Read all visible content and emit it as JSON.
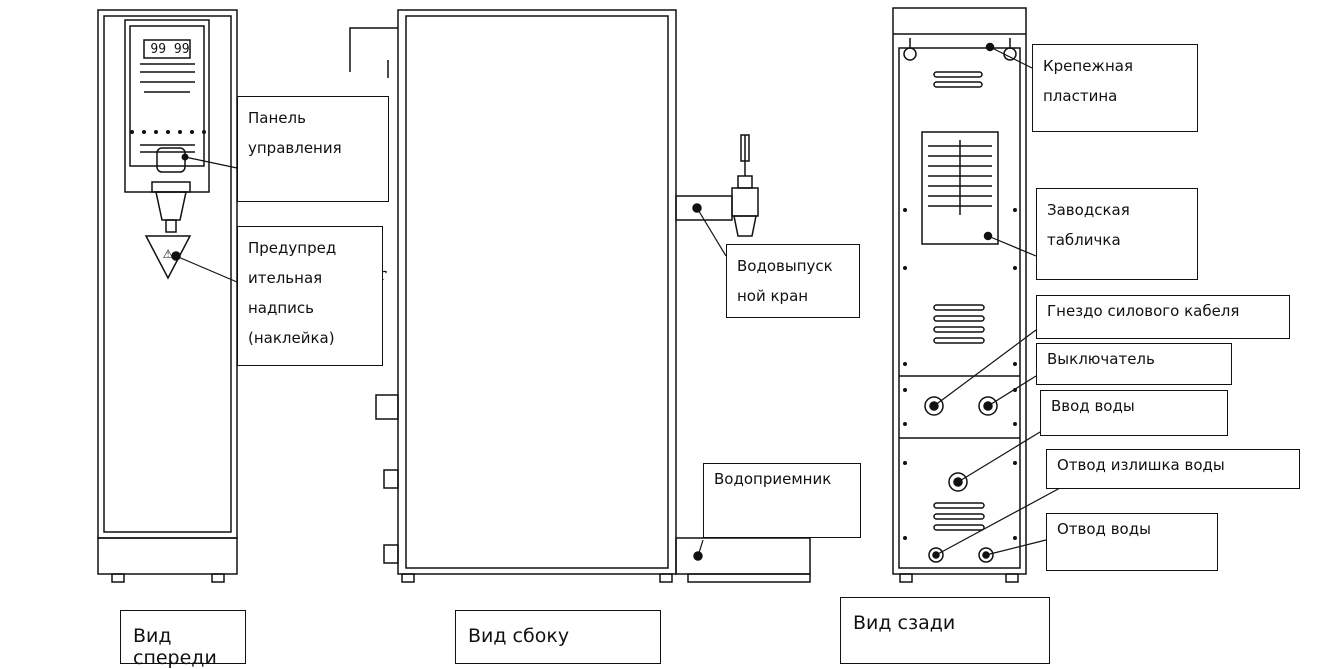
{
  "views": {
    "front": "Вид спереди",
    "side": "Вид сбоку",
    "back": "Вид сзади"
  },
  "callouts": {
    "control_panel": "Панель управления",
    "warning_label": "Предупред ительная надпись (наклейка)",
    "faucet": "Водовыпуск ной кран",
    "drip_tray": "Водоприемник",
    "mounting_plate": "Крепежная пластина",
    "nameplate": "Заводская табличка",
    "power_socket": "Гнездо силового  кабеля",
    "switch": "Выключатель",
    "water_inlet": "Ввод воды",
    "overflow": "Отвод  излишка воды",
    "drain": "Отвод воды"
  },
  "device": {
    "display": "99 99",
    "warning_sign": "⚠"
  }
}
